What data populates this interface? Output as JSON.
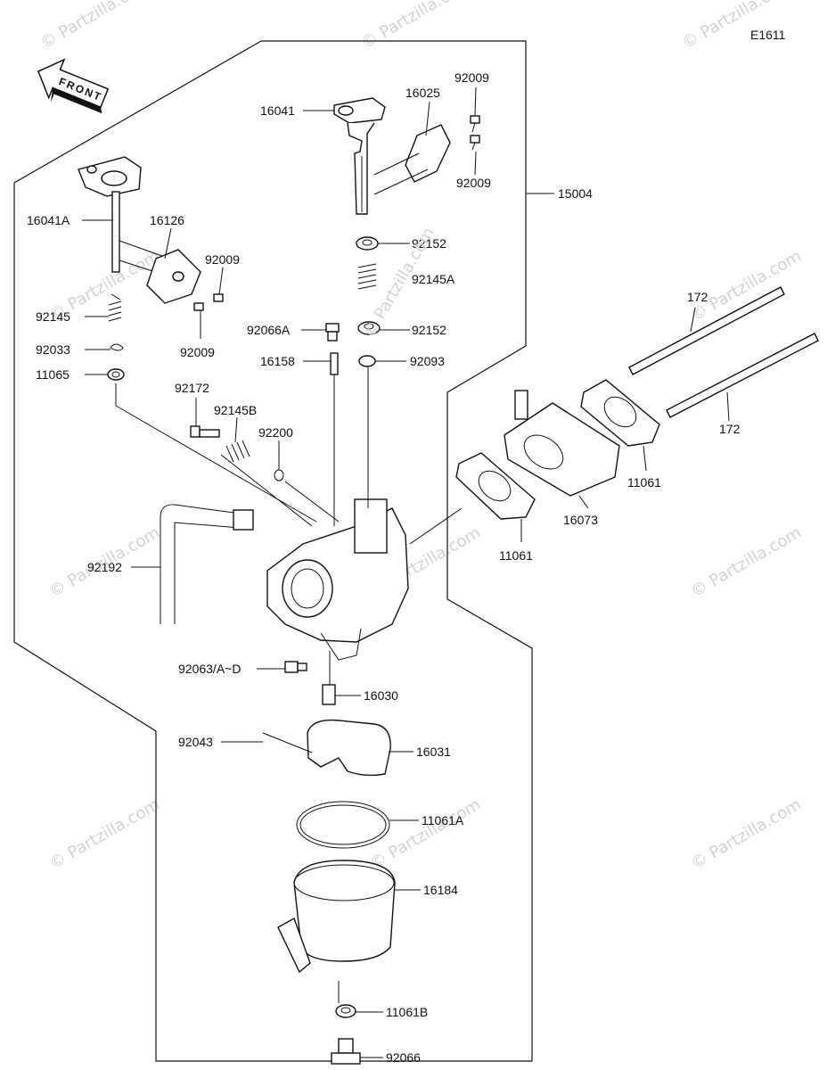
{
  "diagram_code": "E1611",
  "front_label": "FRONT",
  "watermark_main": "© Partzilla.com",
  "watermark_small": "© Partzilla.com",
  "labels": {
    "l16041": "16041",
    "l16025": "16025",
    "l92009_top": "92009",
    "l92009_top2": "92009",
    "l15004": "15004",
    "l16041A": "16041A",
    "l16126": "16126",
    "l92009_mid": "92009",
    "l92009_low": "92009",
    "l92152_a": "92152",
    "l92145A": "92145A",
    "l92152_b": "92152",
    "l92066A": "92066A",
    "l16158": "16158",
    "l92093": "92093",
    "l92145": "92145",
    "l92033": "92033",
    "l11065": "11065",
    "l92172": "92172",
    "l92145B": "92145B",
    "l92200": "92200",
    "l172_a": "172",
    "l172_b": "172",
    "l11061_a": "11061",
    "l16073": "16073",
    "l11061_b": "11061",
    "l92192": "92192",
    "l92063": "92063/A~D",
    "l16030": "16030",
    "l92043": "92043",
    "l16031": "16031",
    "l11061A": "11061A",
    "l16184": "16184",
    "l11061B": "11061B",
    "l92066": "92066"
  }
}
